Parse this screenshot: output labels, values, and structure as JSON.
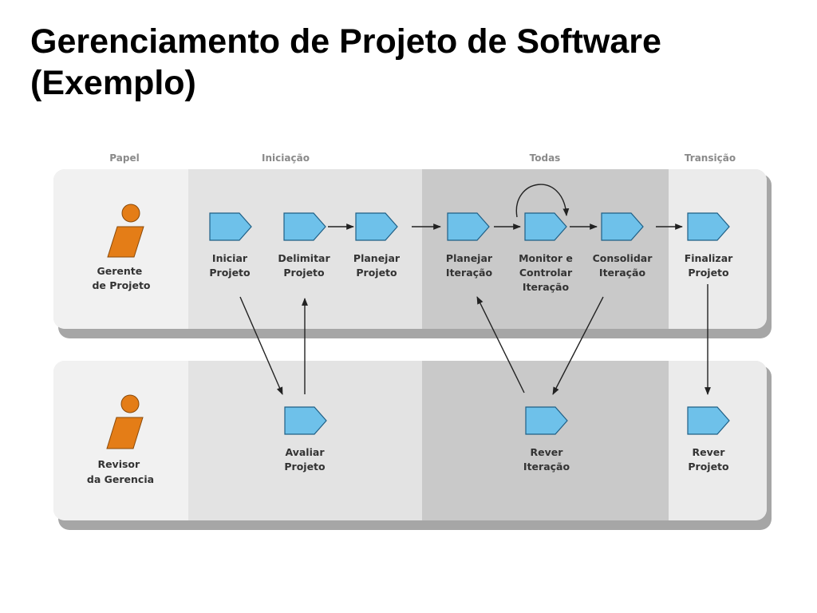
{
  "title": "Gerenciamento de Projeto de Software (Exemplo)",
  "diagram": {
    "columns": {
      "papel": "Papel",
      "iniciacao": "Iniciação",
      "todas": "Todas",
      "transicao": "Transição"
    },
    "roles": {
      "gerente": [
        "Gerente",
        "de Projeto"
      ],
      "revisor": [
        "Revisor",
        "da Gerencia"
      ]
    },
    "activities": {
      "iniciar": [
        "Iniciar",
        "Projeto"
      ],
      "delimitar": [
        "Delimitar",
        "Projeto"
      ],
      "planejar_projeto": [
        "Planejar",
        "Projeto"
      ],
      "planejar_iteracao": [
        "Planejar",
        "Iteração"
      ],
      "monitor": [
        "Monitor e",
        "Controlar",
        "Iteração"
      ],
      "consolidar": [
        "Consolidar",
        "Iteração"
      ],
      "finalizar": [
        "Finalizar",
        "Projeto"
      ],
      "avaliar": [
        "Avaliar",
        "Projeto"
      ],
      "rever_iteracao": [
        "Rever",
        "Iteração"
      ],
      "rever_projeto": [
        "Rever",
        "Projeto"
      ]
    },
    "colors": {
      "activity_fill": "#6ec1ea",
      "activity_stroke": "#1f5f85",
      "role_fill": "#e47d17",
      "lane_light": "#e3e3e3",
      "lane_dark": "#c9c9c9",
      "lane_papel": "#f1f1f1",
      "lane_shadow": "#a6a6a6"
    }
  }
}
